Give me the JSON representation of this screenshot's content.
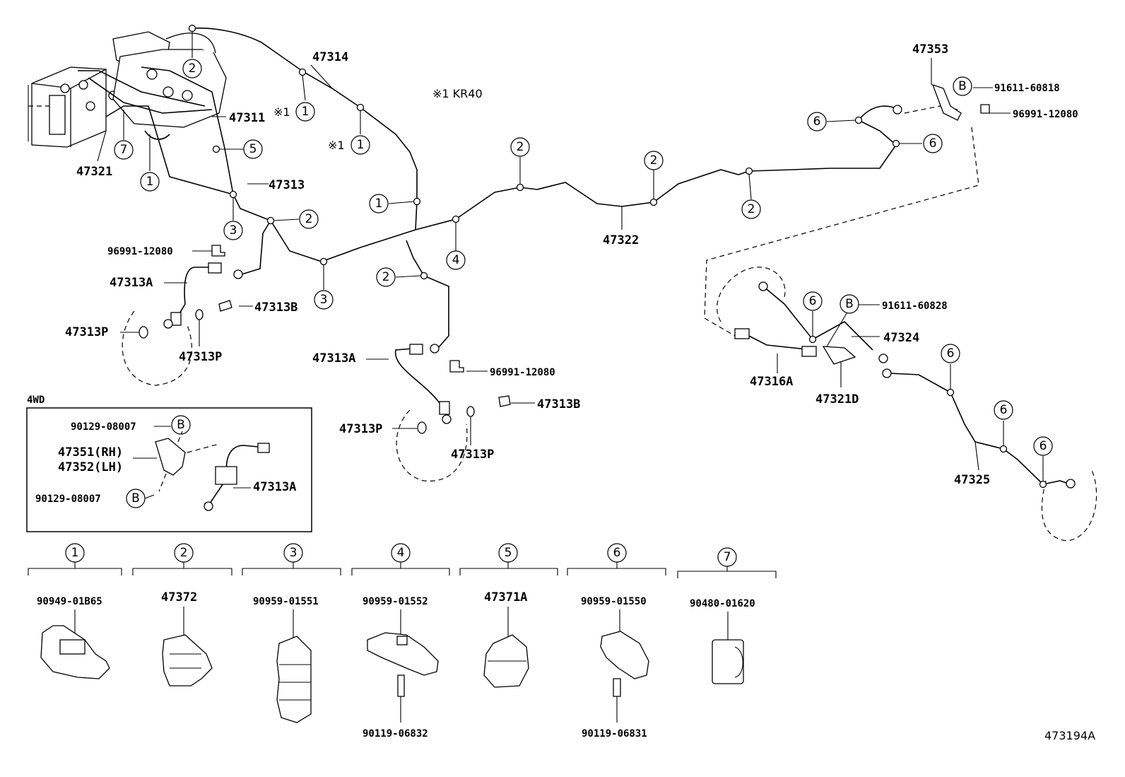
{
  "note_kr40": "※1 KR40",
  "asterisk_one": "※1",
  "figure_id": "473194A",
  "inset_title": "4WD",
  "callout_b": "B",
  "callouts": [
    "1",
    "2",
    "3",
    "4",
    "5",
    "6",
    "7"
  ],
  "labels": {
    "p47314": "47314",
    "p47311": "47311",
    "p47321": "47321",
    "p47313": "47313",
    "p96991_a": "96991-12080",
    "p47313A_a": "47313A",
    "p47313B_a": "47313B",
    "p47313P_a": "47313P",
    "p47313P_b": "47313P",
    "p47322": "47322",
    "p47313A_b": "47313A",
    "p96991_b": "96991-12080",
    "p47313B_b": "47313B",
    "p47313P_c": "47313P",
    "p47313P_d": "47313P",
    "p47353": "47353",
    "p91611_60818": "91611-60818",
    "p96991_c": "96991-12080",
    "p91611_60828": "91611-60828",
    "p47324": "47324",
    "p47316A": "47316A",
    "p47321D": "47321D",
    "p47325": "47325",
    "inset_90129_a": "90129-08007",
    "inset_47351": "47351(RH)",
    "inset_47352": "47352(LH)",
    "inset_90129_b": "90129-08007",
    "inset_47313A": "47313A"
  },
  "clamps": [
    {
      "num": "1",
      "part": "90949-01B65",
      "bolt": ""
    },
    {
      "num": "2",
      "part": "47372",
      "bolt": ""
    },
    {
      "num": "3",
      "part": "90959-01551",
      "bolt": ""
    },
    {
      "num": "4",
      "part": "90959-01552",
      "bolt": "90119-06832"
    },
    {
      "num": "5",
      "part": "47371A",
      "bolt": ""
    },
    {
      "num": "6",
      "part": "90959-01550",
      "bolt": "90119-06831"
    },
    {
      "num": "7",
      "part": "90480-01620",
      "bolt": ""
    }
  ]
}
